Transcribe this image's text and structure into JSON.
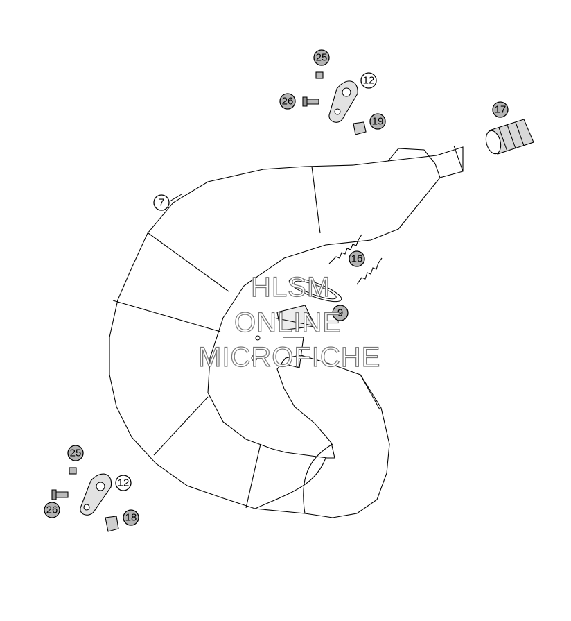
{
  "watermark": {
    "line1": "HLSM",
    "line2": "ONLINE",
    "line3": "MICROFICHE"
  },
  "callouts": [
    {
      "id": "c-7",
      "label": "7",
      "style": "outline"
    },
    {
      "id": "c-25-top",
      "label": "25",
      "style": "filled"
    },
    {
      "id": "c-12-top",
      "label": "12",
      "style": "outline"
    },
    {
      "id": "c-26-top",
      "label": "26",
      "style": "filled"
    },
    {
      "id": "c-19",
      "label": "19",
      "style": "filled"
    },
    {
      "id": "c-17",
      "label": "17",
      "style": "filled"
    },
    {
      "id": "c-16",
      "label": "16",
      "style": "filled"
    },
    {
      "id": "c-9",
      "label": "9",
      "style": "filled"
    },
    {
      "id": "c-25-bottom",
      "label": "25",
      "style": "filled"
    },
    {
      "id": "c-12-bottom",
      "label": "12",
      "style": "outline"
    },
    {
      "id": "c-26-bottom",
      "label": "26",
      "style": "filled"
    },
    {
      "id": "c-18",
      "label": "18",
      "style": "filled"
    }
  ],
  "colors": {
    "line": "#000000",
    "filled_callout": "#b4b4b4",
    "part_shade": "#cccccc"
  }
}
